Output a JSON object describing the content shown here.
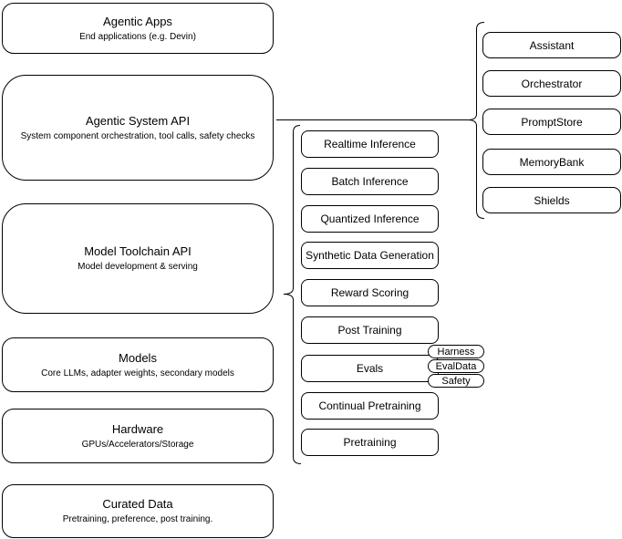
{
  "diagram": {
    "colors": {
      "stroke": "#000000",
      "fill": "#ffffff",
      "text": "#000000",
      "background": "#ffffff"
    },
    "layers": [
      {
        "title": "Agentic Apps",
        "subtitle": "End applications (e.g. Devin)"
      },
      {
        "title": "Agentic System API",
        "subtitle": "System component orchestration, tool calls, safety checks"
      },
      {
        "title": "Model Toolchain API",
        "subtitle": "Model development & serving"
      },
      {
        "title": "Models",
        "subtitle": "Core LLMs, adapter weights, secondary models"
      },
      {
        "title": "Hardware",
        "subtitle": "GPUs/Accelerators/Storage"
      },
      {
        "title": "Curated Data",
        "subtitle": "Pretraining, preference, post training."
      }
    ],
    "toolchain_items": [
      "Realtime Inference",
      "Batch Inference",
      "Quantized Inference",
      "Synthetic Data Generation",
      "Reward Scoring",
      "Post Training",
      "Evals",
      "Continual Pretraining",
      "Pretraining"
    ],
    "eval_tags": [
      "Harness",
      "EvalData",
      "Safety"
    ],
    "system_components": [
      "Assistant",
      "Orchestrator",
      "PromptStore",
      "MemoryBank",
      "Shields"
    ]
  }
}
